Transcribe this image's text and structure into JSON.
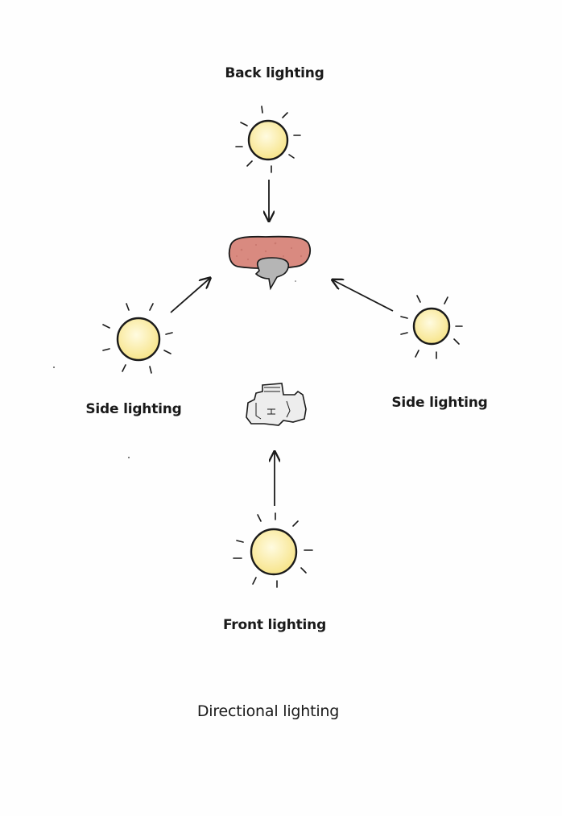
{
  "labels": {
    "back": "Back lighting",
    "side_left": "Side lighting",
    "side_right": "Side lighting",
    "front": "Front lighting"
  },
  "caption": "Directional lighting",
  "colors": {
    "sun_fill": "#fbeea5",
    "sun_highlight": "#fffbe0",
    "ink": "#1a1a1a",
    "subject_red": "#d98a80",
    "subject_grey": "#b5b5b5",
    "background": "#fefefe"
  },
  "icons": {
    "light_source": "sun-icon",
    "subject": "subject-icon",
    "camera": "camera-icon"
  }
}
